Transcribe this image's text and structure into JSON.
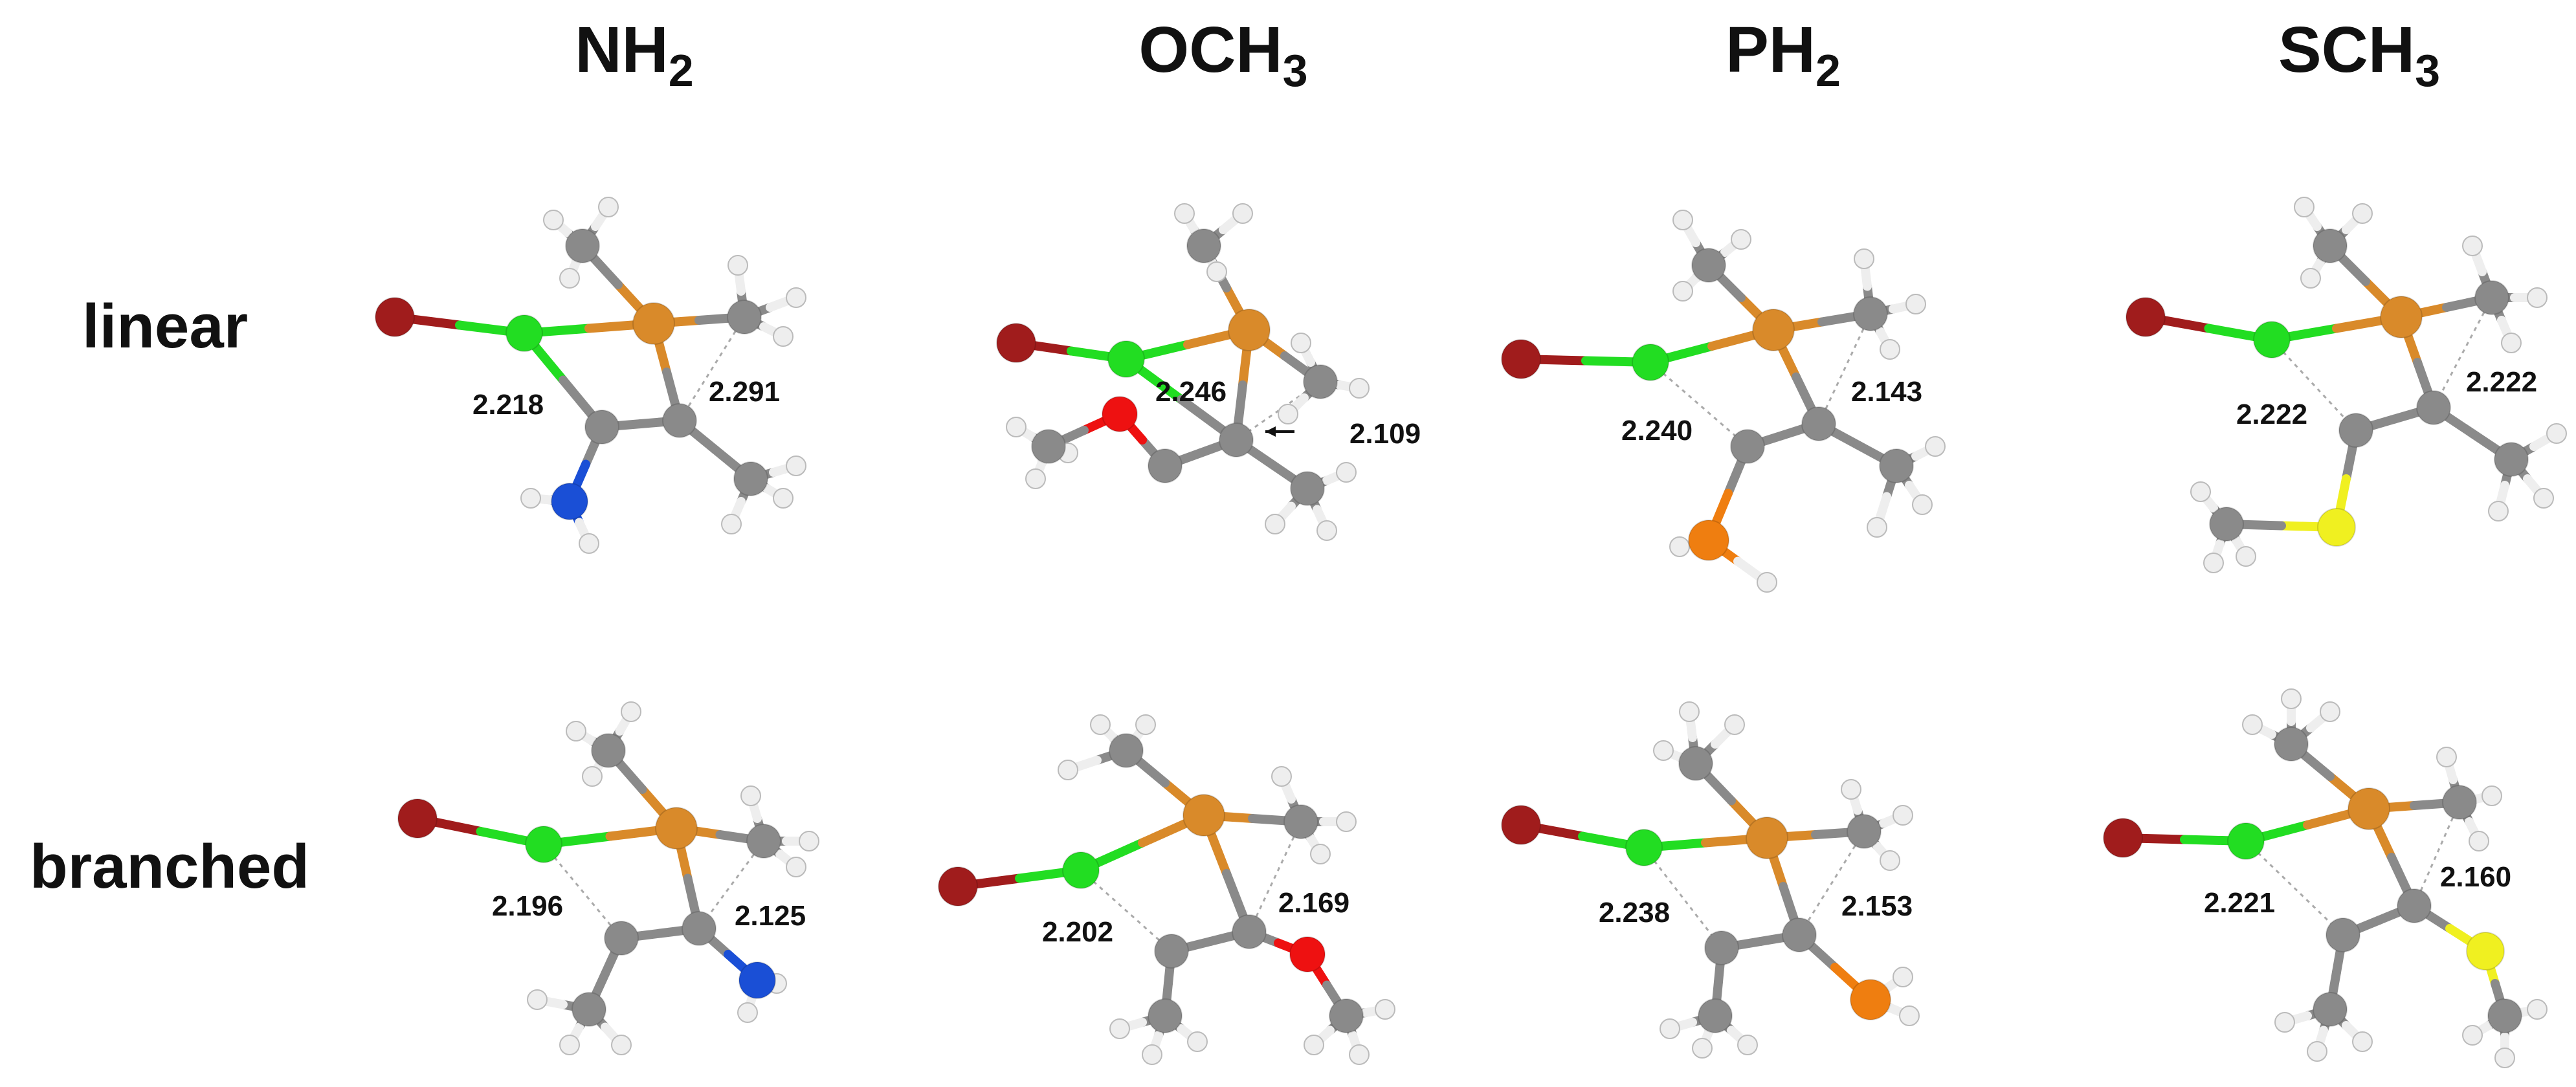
{
  "columns": [
    {
      "main": "NH",
      "sub": "2"
    },
    {
      "main": "OCH",
      "sub": "3"
    },
    {
      "main": "PH",
      "sub": "2"
    },
    {
      "main": "SCH",
      "sub": "3"
    }
  ],
  "rows": [
    "linear",
    "branched"
  ],
  "labels": {
    "lin_nh2_a": "2.218",
    "lin_nh2_b": "2.291",
    "lin_och3_a": "2.246",
    "lin_och3_b": "2.109",
    "lin_ph2_a": "2.240",
    "lin_ph2_b": "2.143",
    "lin_sch3_a": "2.222",
    "lin_sch3_b": "2.222",
    "br_nh2_a": "2.196",
    "br_nh2_b": "2.125",
    "br_och3_a": "2.202",
    "br_och3_b": "2.169",
    "br_ph2_a": "2.238",
    "br_ph2_b": "2.153",
    "br_sch3_a": "2.221",
    "br_sch3_b": "2.160"
  },
  "colors": {
    "Br": "#a01c1c",
    "Cl": "#22dd22",
    "P": "#d98a2a",
    "C": "#8a8a8a",
    "H": "#eeeeee",
    "N": "#1a4fd6",
    "O": "#ee1111",
    "PH2": "#ef7e10",
    "S": "#f0f020"
  }
}
